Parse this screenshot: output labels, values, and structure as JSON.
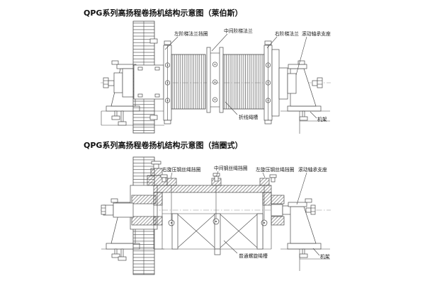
{
  "colors": {
    "line": "#4a4a4a",
    "label": "#1a1a1a",
    "background": "#ffffff"
  },
  "diagram1": {
    "title": "QPG系列高扬程卷扬机结构示意图（莱伯斯）",
    "labels": {
      "left_flange": "左阶梯法兰挡圈",
      "middle_flange": "中间阶梯法兰",
      "right_flange": "右阶梯法兰",
      "bearing_support": "滚动轴承支座",
      "rope_groove": "折线绳槽",
      "frame": "机架"
    }
  },
  "diagram2": {
    "title": "QPG系列高扬程卷扬机结构示意图（挡圈式）",
    "labels": {
      "right_rope_ring": "右旋压钢丝绳挡圈",
      "middle_rope_ring": "中间钢丝绳挡圈",
      "left_rope_ring": "左旋压钢丝绳挡圈",
      "bearing_support": "滚动轴承支座",
      "rope_groove": "普通螺旋绳槽",
      "frame": "机架"
    }
  }
}
